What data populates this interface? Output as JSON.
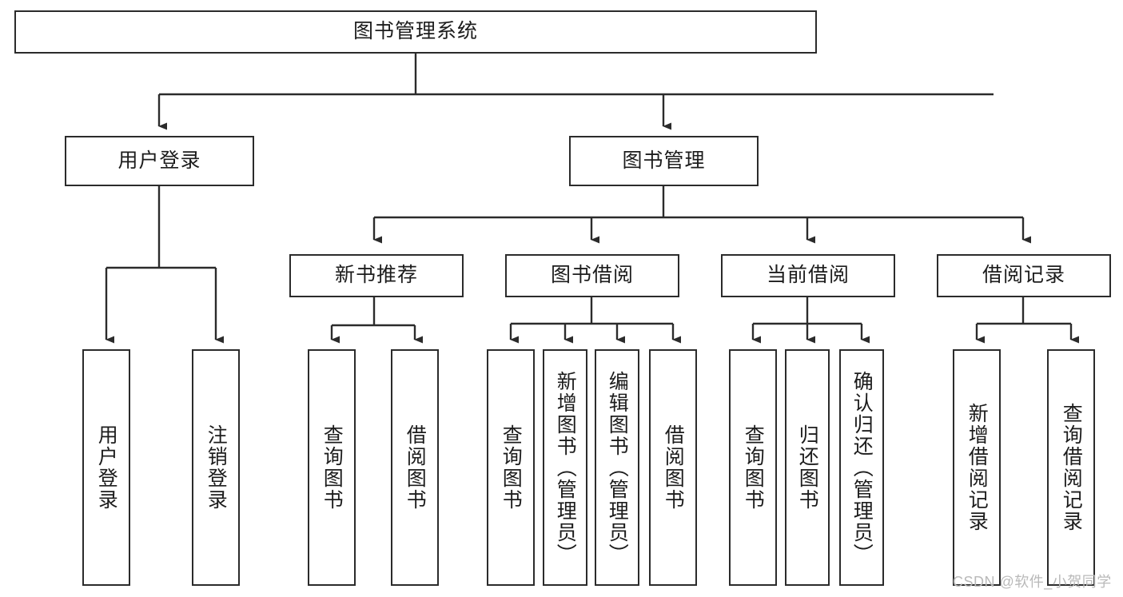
{
  "diagram": {
    "title": "图书管理系统",
    "type": "tree-hierarchy",
    "line_color": "#2b2b2b",
    "box_fill": "#ffffff",
    "text_color": "#1c1c1c",
    "watermark": "CSDN @软件_小贺同学",
    "levels": {
      "root": {
        "label": "图书管理系统"
      },
      "level2": [
        {
          "label": "用户登录"
        },
        {
          "label": "图书管理"
        }
      ],
      "level3": [
        {
          "label": "新书推荐"
        },
        {
          "label": "图书借阅"
        },
        {
          "label": "当前借阅"
        },
        {
          "label": "借阅记录"
        }
      ],
      "leaves": {
        "user_login": [
          {
            "label": "用户登录"
          },
          {
            "label": "注销登录"
          }
        ],
        "new_book_recommend": [
          {
            "label": "查询图书"
          },
          {
            "label": "借阅图书"
          }
        ],
        "book_borrow": [
          {
            "label": "查询图书"
          },
          {
            "label": "新增图书（管理员）"
          },
          {
            "label": "编辑图书（管理员）"
          },
          {
            "label": "借阅图书"
          }
        ],
        "current_borrow": [
          {
            "label": "查询图书"
          },
          {
            "label": "归还图书"
          },
          {
            "label": "确认归还（管理员）"
          }
        ],
        "borrow_record": [
          {
            "label": "新增借阅记录"
          },
          {
            "label": "查询借阅记录"
          }
        ]
      }
    }
  }
}
